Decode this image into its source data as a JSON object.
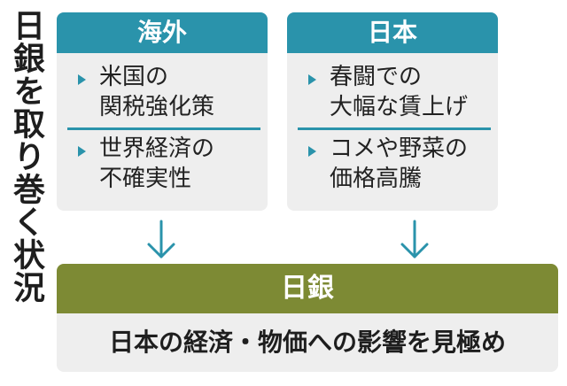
{
  "side_title": "日銀を取り巻く状況",
  "colors": {
    "teal": "#2a93ab",
    "olive": "#7d8a34",
    "panel_bg": "#eeeeee",
    "text": "#222222"
  },
  "panels": [
    {
      "header": "海外",
      "items": [
        {
          "lines": [
            "米国の",
            "関税強化策"
          ]
        },
        {
          "lines": [
            "世界経済の",
            "不確実性"
          ]
        }
      ]
    },
    {
      "header": "日本",
      "items": [
        {
          "lines": [
            "春闘での",
            "大幅な賃上げ"
          ]
        },
        {
          "lines": [
            "コメや野菜の",
            "価格高騰"
          ]
        }
      ]
    }
  ],
  "boj": {
    "header": "日銀",
    "body": "日本の経済・物価への影響を見極め"
  }
}
